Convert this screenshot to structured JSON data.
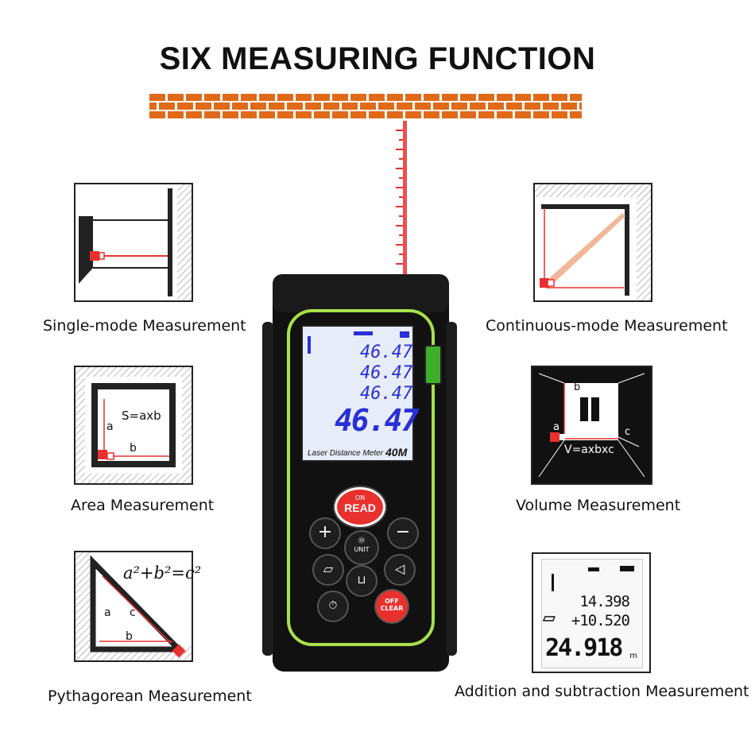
{
  "title": "SIX MEASURING FUNCTION",
  "functions": {
    "single": {
      "caption": "Single-mode Measurement"
    },
    "continuous": {
      "caption": "Continuous-mode Measurement"
    },
    "area": {
      "caption": "Area Measurement",
      "formula": "S=axb",
      "label_a": "a",
      "label_b": "b"
    },
    "volume": {
      "caption": "Volume Measurement",
      "formula": "V=axbxc",
      "label_a": "a",
      "label_b": "b",
      "label_c": "c"
    },
    "pythagorean": {
      "caption": "Pythagorean Measurement",
      "formula": "a²+b²=c²",
      "label_a": "a",
      "label_b": "b",
      "label_c": "c"
    },
    "addition": {
      "caption": "Addition and subtraction Measurement",
      "value1": "14.398",
      "value2": "+10.520",
      "result": "24.918",
      "unit": "m"
    }
  },
  "device": {
    "readings": [
      "46.47",
      "46.47",
      "46.47"
    ],
    "main_reading": "46.47",
    "model_label": "Laser Distance Meter",
    "range": "40M",
    "buttons": {
      "read": "READ",
      "on": "ON",
      "unit": "UNIT",
      "off": "OFF",
      "clear": "CLEAR"
    }
  },
  "colors": {
    "accent_red": "#e8312f",
    "brick_orange": "#e06a1a",
    "device_green": "#a8e04a",
    "lcd_blue": "#2a2fd6"
  }
}
